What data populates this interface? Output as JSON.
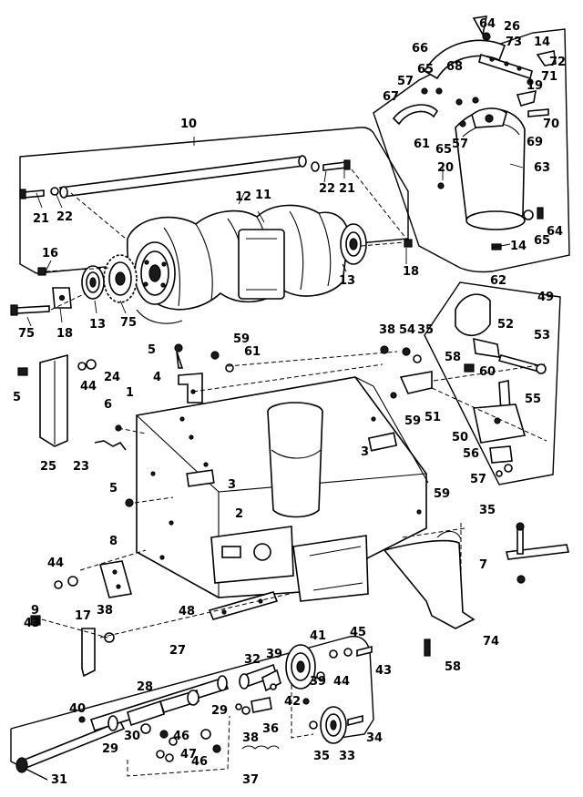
{
  "callouts": [
    {
      "id": "c64a",
      "text": "64"
    },
    {
      "id": "c26",
      "text": "26"
    },
    {
      "id": "c73",
      "text": "73"
    },
    {
      "id": "c14a",
      "text": "14"
    },
    {
      "id": "c66",
      "text": "66"
    },
    {
      "id": "c72",
      "text": "72"
    },
    {
      "id": "c65a",
      "text": "65"
    },
    {
      "id": "c68",
      "text": "68"
    },
    {
      "id": "c71",
      "text": "71"
    },
    {
      "id": "c57a",
      "text": "57"
    },
    {
      "id": "c19",
      "text": "19"
    },
    {
      "id": "c67",
      "text": "67"
    },
    {
      "id": "c70",
      "text": "70"
    },
    {
      "id": "c61a",
      "text": "61"
    },
    {
      "id": "c65b",
      "text": "65"
    },
    {
      "id": "c57b",
      "text": "57"
    },
    {
      "id": "c69",
      "text": "69"
    },
    {
      "id": "c10",
      "text": "10"
    },
    {
      "id": "c63",
      "text": "63"
    },
    {
      "id": "c20",
      "text": "20"
    },
    {
      "id": "c22a",
      "text": "22"
    },
    {
      "id": "c21a",
      "text": "21"
    },
    {
      "id": "c12",
      "text": "12"
    },
    {
      "id": "c11",
      "text": "11"
    },
    {
      "id": "c21b",
      "text": "21"
    },
    {
      "id": "c22b",
      "text": "22"
    },
    {
      "id": "c64b",
      "text": "64"
    },
    {
      "id": "c65c",
      "text": "65"
    },
    {
      "id": "c14b",
      "text": "14"
    },
    {
      "id": "c16",
      "text": "16"
    },
    {
      "id": "c18a",
      "text": "18"
    },
    {
      "id": "c13a",
      "text": "13"
    },
    {
      "id": "c62",
      "text": "62"
    },
    {
      "id": "c75a",
      "text": "75"
    },
    {
      "id": "c18b",
      "text": "18"
    },
    {
      "id": "c13b",
      "text": "13"
    },
    {
      "id": "c75b",
      "text": "75"
    },
    {
      "id": "c49",
      "text": "49"
    },
    {
      "id": "c52",
      "text": "52"
    },
    {
      "id": "c53",
      "text": "53"
    },
    {
      "id": "c38a",
      "text": "38"
    },
    {
      "id": "c54",
      "text": "54"
    },
    {
      "id": "c35a",
      "text": "35"
    },
    {
      "id": "c5a",
      "text": "5"
    },
    {
      "id": "c59a",
      "text": "59"
    },
    {
      "id": "c61b",
      "text": "61"
    },
    {
      "id": "c58a",
      "text": "58"
    },
    {
      "id": "c60",
      "text": "60"
    },
    {
      "id": "c4",
      "text": "4"
    },
    {
      "id": "c5b",
      "text": "5"
    },
    {
      "id": "c44a",
      "text": "44"
    },
    {
      "id": "c24",
      "text": "24"
    },
    {
      "id": "c1",
      "text": "1"
    },
    {
      "id": "c55",
      "text": "55"
    },
    {
      "id": "c6",
      "text": "6"
    },
    {
      "id": "c59b",
      "text": "59"
    },
    {
      "id": "c51",
      "text": "51"
    },
    {
      "id": "c50",
      "text": "50"
    },
    {
      "id": "c3a",
      "text": "3"
    },
    {
      "id": "c25",
      "text": "25"
    },
    {
      "id": "c23",
      "text": "23"
    },
    {
      "id": "c56",
      "text": "56"
    },
    {
      "id": "c57c",
      "text": "57"
    },
    {
      "id": "c3b",
      "text": "3"
    },
    {
      "id": "c5c",
      "text": "5"
    },
    {
      "id": "c59c",
      "text": "59"
    },
    {
      "id": "c35b",
      "text": "35"
    },
    {
      "id": "c2",
      "text": "2"
    },
    {
      "id": "c8",
      "text": "8"
    },
    {
      "id": "c7",
      "text": "7"
    },
    {
      "id": "c44b",
      "text": "44"
    },
    {
      "id": "c9",
      "text": "9"
    },
    {
      "id": "c17",
      "text": "17"
    },
    {
      "id": "c48",
      "text": "48"
    },
    {
      "id": "c74",
      "text": "74"
    },
    {
      "id": "c38b",
      "text": "38"
    },
    {
      "id": "c43a",
      "text": "43"
    },
    {
      "id": "c41",
      "text": "41"
    },
    {
      "id": "c45",
      "text": "45"
    },
    {
      "id": "c27",
      "text": "27"
    },
    {
      "id": "c58b",
      "text": "58"
    },
    {
      "id": "c32",
      "text": "32"
    },
    {
      "id": "c39a",
      "text": "39"
    },
    {
      "id": "c39b",
      "text": "39"
    },
    {
      "id": "c44c",
      "text": "44"
    },
    {
      "id": "c43b",
      "text": "43"
    },
    {
      "id": "c28",
      "text": "28"
    },
    {
      "id": "c42",
      "text": "42"
    },
    {
      "id": "c40",
      "text": "40"
    },
    {
      "id": "c29a",
      "text": "29"
    },
    {
      "id": "c30",
      "text": "30"
    },
    {
      "id": "c46a",
      "text": "46"
    },
    {
      "id": "c47",
      "text": "47"
    },
    {
      "id": "c29b",
      "text": "29"
    },
    {
      "id": "c36",
      "text": "36"
    },
    {
      "id": "c34",
      "text": "34"
    },
    {
      "id": "c38c",
      "text": "38"
    },
    {
      "id": "c46b",
      "text": "46"
    },
    {
      "id": "c35c",
      "text": "35"
    },
    {
      "id": "c33",
      "text": "33"
    },
    {
      "id": "c31",
      "text": "31"
    },
    {
      "id": "c37",
      "text": "37"
    }
  ]
}
